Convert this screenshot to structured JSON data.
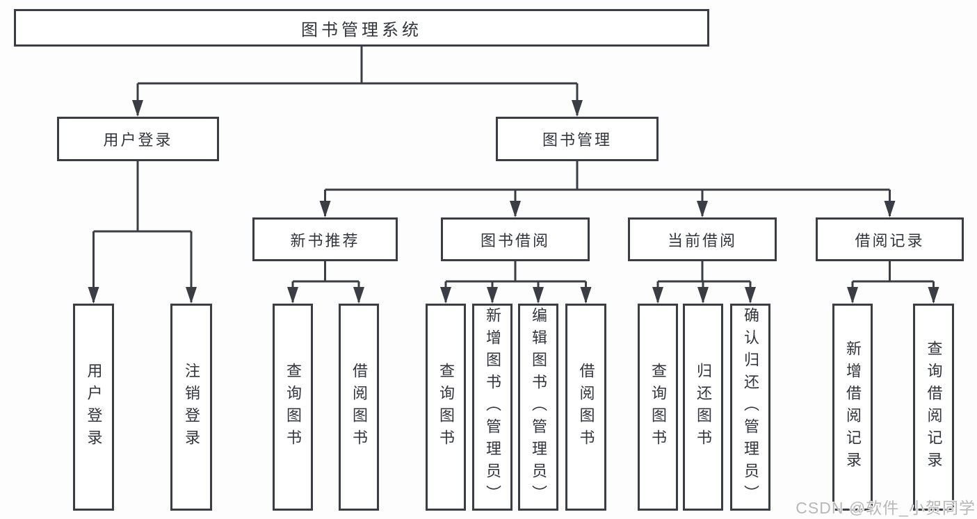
{
  "colors": {
    "line": "#3a3d43",
    "text": "#32353b",
    "background": "#fdfdfd",
    "watermark": "#b7b7b7"
  },
  "watermark": "CSDN @软件_小贺同学",
  "tree": {
    "label": "图书管理系统",
    "children": [
      {
        "label": "用户登录",
        "children": [
          {
            "label": "用户登录"
          },
          {
            "label": "注销登录"
          }
        ]
      },
      {
        "label": "图书管理",
        "children": [
          {
            "label": "新书推荐",
            "children": [
              {
                "label": "查询图书"
              },
              {
                "label": "借阅图书"
              }
            ]
          },
          {
            "label": "图书借阅",
            "children": [
              {
                "label": "查询图书"
              },
              {
                "label": "新增图书（管理员）"
              },
              {
                "label": "编辑图书（管理员）"
              },
              {
                "label": "借阅图书"
              }
            ]
          },
          {
            "label": "当前借阅",
            "children": [
              {
                "label": "查询图书"
              },
              {
                "label": "归还图书"
              },
              {
                "label": "确认归还（管理员）"
              }
            ]
          },
          {
            "label": "借阅记录",
            "children": [
              {
                "label": "新增借阅记录"
              },
              {
                "label": "查询借阅记录"
              }
            ]
          }
        ]
      }
    ]
  }
}
